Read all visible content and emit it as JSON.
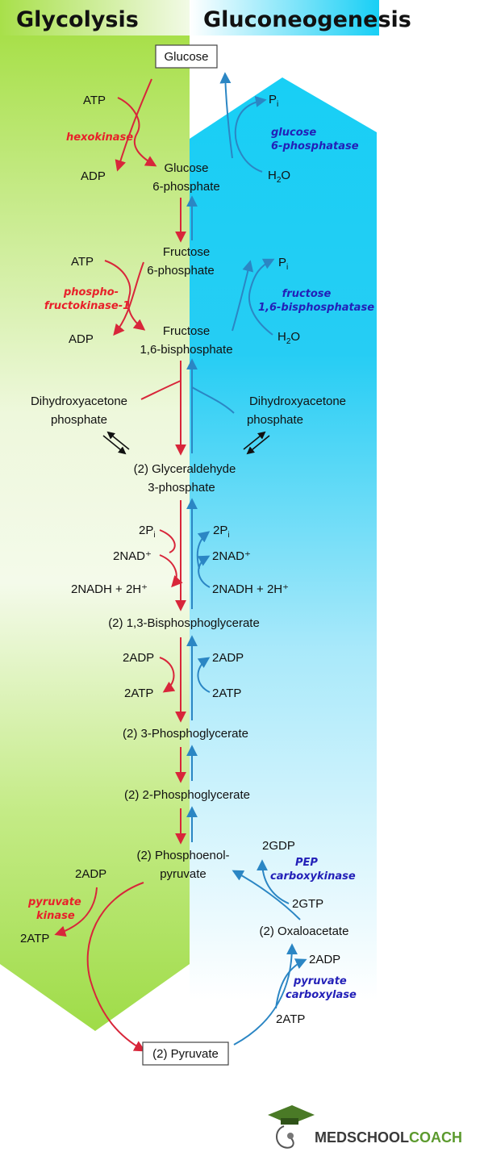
{
  "headers": {
    "glycolysis": "Glycolysis",
    "gluconeogenesis": "Gluconeogenesis"
  },
  "metabolites": {
    "glucose": "Glucose",
    "g6p_1": "Glucose",
    "g6p_2": "6-phosphate",
    "f6p_1": "Fructose",
    "f6p_2": "6-phosphate",
    "f16bp_1": "Fructose",
    "f16bp_2": "1,6-bisphosphate",
    "dhap_1": "Dihydroxyacetone",
    "dhap_2": "phosphate",
    "gap_1": "(2) Glyceraldehyde",
    "gap_2": "3-phosphate",
    "bpg": "(2) 1,3-Bisphosphoglycerate",
    "pg3": "(2) 3-Phosphoglycerate",
    "pg2": "(2) 2-Phosphoglycerate",
    "pep_1": "(2) Phosphoenol-",
    "pep_2": "pyruvate",
    "oaa": "(2) Oxaloacetate",
    "pyruvate": "(2) Pyruvate"
  },
  "cofactors": {
    "atp": "ATP",
    "adp": "ADP",
    "p": "P",
    "i": "i",
    "h2o_h": "H",
    "h2o_2": "2",
    "h2o_o": "O",
    "two_p": "2P",
    "two_nad": "2NAD⁺",
    "two_nadh": "2NADH + 2H⁺",
    "two_adp": "2ADP",
    "two_atp": "2ATP",
    "two_gdp": "2GDP",
    "two_gtp": "2GTP"
  },
  "enzymes": {
    "hexokinase": "hexokinase",
    "g6pase_1": "glucose",
    "g6pase_2": "6-phosphatase",
    "pfk_1": "phospho-",
    "pfk_2": "fructokinase-1",
    "fbpase_1": "fructose",
    "fbpase_2": "1,6-bisphosphatase",
    "pk_1": "pyruvate",
    "pk_2": "kinase",
    "pepck_1": "PEP",
    "pepck_2": "carboxykinase",
    "pc_1": "pyruvate",
    "pc_2": "carboxylase"
  },
  "logo": {
    "part1": "MEDSCHOOL",
    "part2": "COACH"
  },
  "colors": {
    "glycolysis_arrow": "#d8263a",
    "gluconeogenesis_arrow": "#2b86c4",
    "glycolysis_enzyme": "#e8202a",
    "gluconeogenesis_enzyme": "#2320b8",
    "green_band": "#a8e04a",
    "cyan_band": "#1ad0f5"
  }
}
